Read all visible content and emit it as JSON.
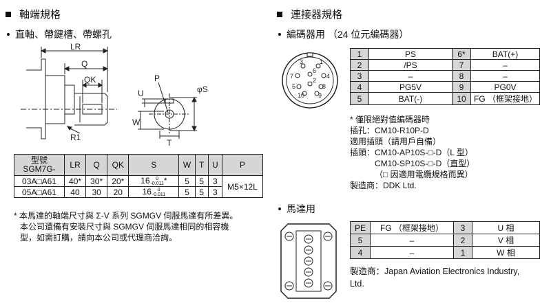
{
  "left": {
    "heading": "軸端規格",
    "sub": "直軸、帶鍵槽、帶螺孔",
    "diagram": {
      "labels": {
        "lr": "LR",
        "q": "Q",
        "qk": "QK",
        "p": "P",
        "u": "U",
        "s": "φS",
        "w": "W",
        "t": "T",
        "r1": "R1"
      }
    },
    "table": {
      "headers": [
        "型號\nSGM7G-",
        "LR",
        "Q",
        "QK",
        "S",
        "W",
        "T",
        "U",
        "P"
      ],
      "header_model_line1": "型號",
      "header_model_line2": "SGM7G-",
      "rows": [
        {
          "model": "03A□A61",
          "lr": "40*",
          "q": "30*",
          "qk": "20*",
          "s": "16",
          "s_tol_upper": "0",
          "s_tol_lower": "-0.011",
          "s_star": "*",
          "w": "5",
          "t": "5",
          "u": "3"
        },
        {
          "model": "05A□A61",
          "lr": "40",
          "q": "30",
          "qk": "20",
          "s": "16",
          "s_tol_upper": "0",
          "s_tol_lower": "-0.011",
          "s_star": "",
          "w": "5",
          "t": "5",
          "u": "3"
        }
      ],
      "p_value": "M5×12L"
    },
    "note_lines": [
      "* 本馬達的軸端尺寸與 Σ-V 系列 SGMGV 伺服馬達有所差異。",
      "本公司還備有安裝尺寸與 SGMGV 伺服馬達相同的相容機",
      "型，如需訂購，請向本公司或代理商洽詢。"
    ]
  },
  "right": {
    "heading": "連接器規格",
    "encoder_sub": "編碼器用 （24 位元編碼器）",
    "encoder_pins": [
      {
        "n1": "1",
        "s1": "PS",
        "n2": "6*",
        "s2": "BAT(+)"
      },
      {
        "n1": "2",
        "s1": "/PS",
        "n2": "7",
        "s2": "–"
      },
      {
        "n1": "3",
        "s1": "–",
        "n2": "8",
        "s2": "–"
      },
      {
        "n1": "4",
        "s1": "PG5V",
        "n2": "9",
        "s2": "PG0V"
      },
      {
        "n1": "5",
        "s1": "BAT(-)",
        "n2": "10",
        "s2": "FG （框架接地）"
      }
    ],
    "connector_numbers": [
      "1",
      "2",
      "3",
      "4",
      "5",
      "6",
      "7",
      "8",
      "9",
      "10"
    ],
    "encoder_notes": [
      "* 僅限絕對值編碼器時",
      "插孔：CM10-R10P-D",
      "適用插頭（請用戶自備）",
      "插頭：CM10-AP10S-□-D（L 型）",
      "CM10-SP10S-□-D（直型）",
      "（□ 因適用電纜規格而異）",
      "製造商：DDK Ltd."
    ],
    "motor_sub": "馬達用",
    "motor_pins": [
      {
        "n1": "PE",
        "s1": "FG （框架接地）",
        "n2": "3",
        "s2": "U 相"
      },
      {
        "n1": "5",
        "s1": "–",
        "n2": "2",
        "s2": "V 相"
      },
      {
        "n1": "4",
        "s1": "–",
        "n2": "1",
        "s2": "W 相"
      }
    ],
    "motor_maker_1": "製造商：Japan Aviation Electronics Industry,",
    "motor_maker_2": "Ltd."
  }
}
